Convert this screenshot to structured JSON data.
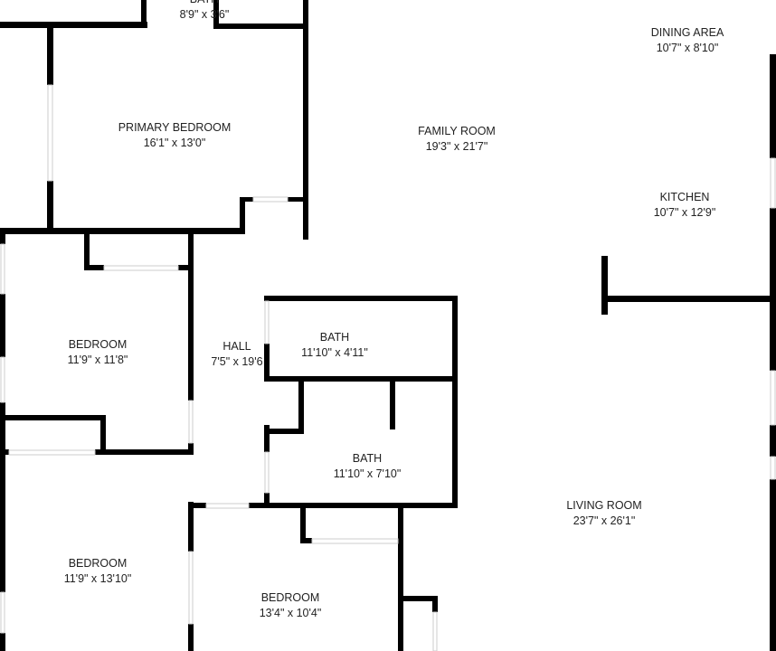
{
  "rooms": [
    {
      "name": "BATH",
      "size": "8'9\" x 3'6\""
    },
    {
      "name": "PRIMARY BEDROOM",
      "size": "16'1\" x 13'0\""
    },
    {
      "name": "FAMILY ROOM",
      "size": "19'3\" x 21'7\""
    },
    {
      "name": "DINING AREA",
      "size": "10'7\" x 8'10\""
    },
    {
      "name": "KITCHEN",
      "size": "10'7\" x 12'9\""
    },
    {
      "name": "BEDROOM",
      "size": "11'9\" x 11'8\""
    },
    {
      "name": "HALL",
      "size": "7'5\" x 19'6"
    },
    {
      "name": "BATH",
      "size": "11'10\" x 4'11\""
    },
    {
      "name": "BATH",
      "size": "11'10\" x 7'10\""
    },
    {
      "name": "LIVING ROOM",
      "size": "23'7\" x 26'1\""
    },
    {
      "name": "BEDROOM",
      "size": "11'9\" x 13'10\""
    },
    {
      "name": "BEDROOM",
      "size": "13'4\" x 10'4\""
    }
  ],
  "colors": {
    "wall": "#000000",
    "window": "#e6e6e6"
  }
}
